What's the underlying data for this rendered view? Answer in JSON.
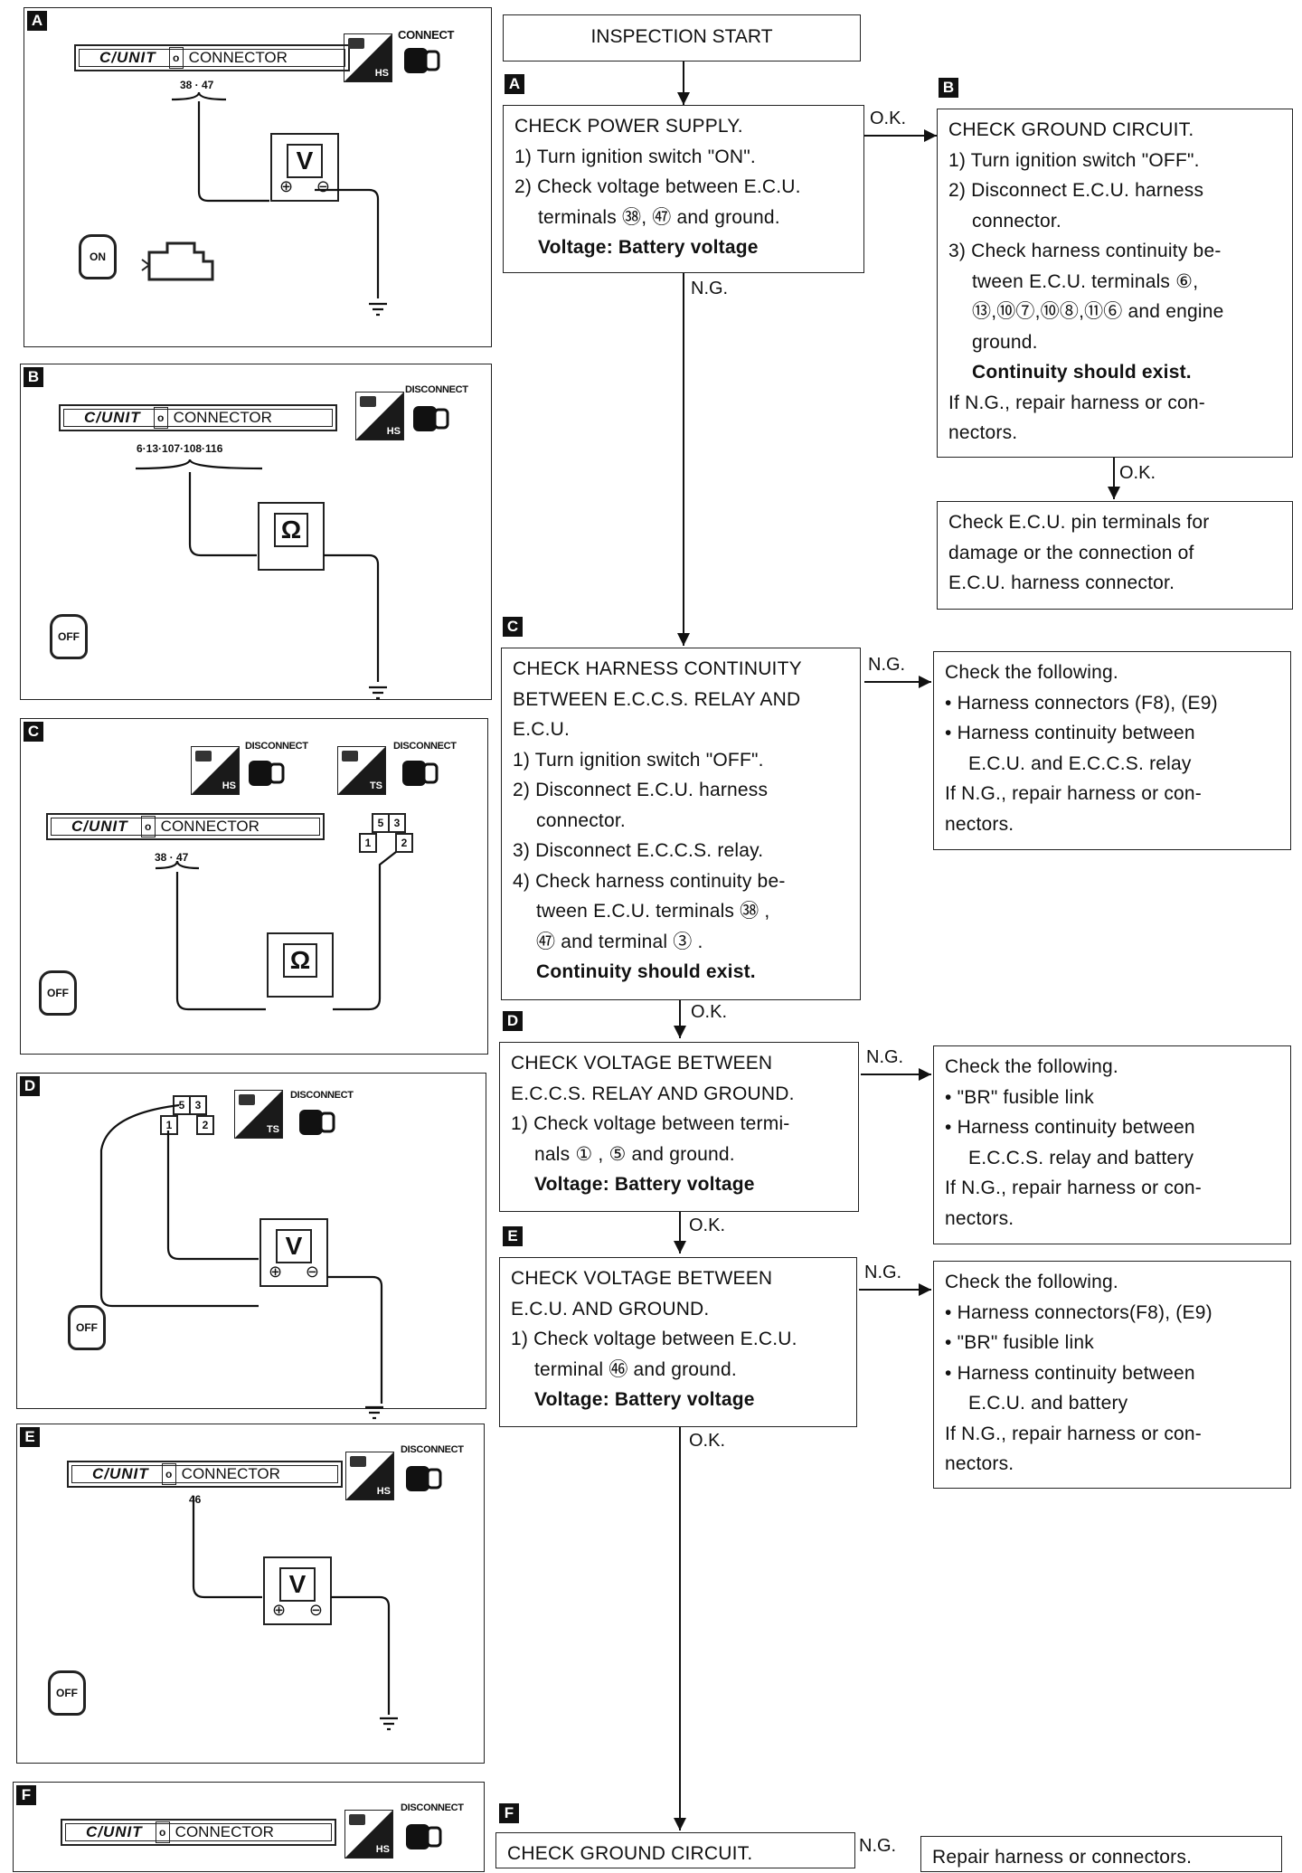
{
  "flow": {
    "start": "INSPECTION START",
    "A": {
      "step": "A",
      "lines": [
        "CHECK POWER SUPPLY.",
        "1) Turn ignition switch \"ON\".",
        "2) Check voltage between E.C.U.",
        "terminals ㊳, ㊼ and ground.",
        "Voltage: Battery voltage"
      ]
    },
    "B": {
      "step": "B",
      "lines": [
        "CHECK GROUND CIRCUIT.",
        "1) Turn ignition switch \"OFF\".",
        "2) Disconnect E.C.U. harness",
        "connector.",
        "3) Check harness continuity be-",
        "tween E.C.U. terminals ⑥,",
        "⑬,⑩⑦,⑩⑧,⑪⑥ and engine",
        "ground.",
        "Continuity should exist.",
        "If N.G., repair harness or con-",
        "nectors."
      ]
    },
    "B_ok": [
      "Check E.C.U. pin terminals for",
      "damage or the connection of",
      "E.C.U. harness connector."
    ],
    "C": {
      "step": "C",
      "lines": [
        "CHECK HARNESS CONTINUITY",
        "BETWEEN E.C.C.S. RELAY AND",
        "E.C.U.",
        "1) Turn ignition switch \"OFF\".",
        "2) Disconnect E.C.U. harness",
        "connector.",
        "3) Disconnect E.C.C.S. relay.",
        "4) Check harness continuity be-",
        "tween E.C.U. terminals ㊳ ,",
        "㊼ and terminal ③ .",
        "Continuity should exist."
      ]
    },
    "C_ng": [
      "Check the following.",
      "• Harness connectors (F8), (E9)",
      "• Harness continuity between",
      "E.C.U. and E.C.C.S. relay",
      "If N.G., repair harness or con-",
      "nectors."
    ],
    "D": {
      "step": "D",
      "lines": [
        "CHECK VOLTAGE BETWEEN",
        "E.C.C.S. RELAY AND GROUND.",
        "1) Check voltage between termi-",
        "nals ① , ⑤ and ground.",
        "Voltage: Battery voltage"
      ]
    },
    "D_ng": [
      "Check the following.",
      "• \"BR\" fusible link",
      "• Harness continuity between",
      "E.C.C.S. relay and battery",
      "If N.G., repair harness or con-",
      "nectors."
    ],
    "E": {
      "step": "E",
      "lines": [
        "CHECK VOLTAGE BETWEEN",
        "E.C.U. AND GROUND.",
        "1) Check voltage between E.C.U.",
        "terminal ㊻ and ground.",
        "Voltage: Battery voltage"
      ]
    },
    "E_ng": [
      "Check the following.",
      "• Harness connectors(F8), (E9)",
      "• \"BR\" fusible link",
      "• Harness continuity between",
      "E.C.U. and battery",
      "If N.G., repair harness or con-",
      "nectors."
    ],
    "F": {
      "step": "F",
      "lines": [
        "CHECK GROUND CIRCUIT."
      ]
    },
    "F_ng": [
      "Repair harness or connectors."
    ],
    "labels": {
      "ok": "O.K.",
      "ng": "N.G."
    }
  },
  "panels": [
    {
      "step": "A",
      "action": "CONNECT",
      "pins": "38 · 47",
      "meter": "V",
      "key": "ON",
      "sw": "HS"
    },
    {
      "step": "B",
      "action": "DISCONNECT",
      "pins": "6·13·107·108·116",
      "meter": "Ω",
      "key": "OFF",
      "sw": "HS"
    },
    {
      "step": "C",
      "action": "DISCONNECT",
      "action2": "DISCONNECT",
      "pins": "38 · 47",
      "meter": "Ω",
      "key": "OFF",
      "sw": "HS",
      "sw2": "TS",
      "relay": [
        "5",
        "3",
        "1",
        "2"
      ]
    },
    {
      "step": "D",
      "action": "DISCONNECT",
      "meter": "V",
      "key": "OFF",
      "sw": "TS",
      "relay": [
        "5",
        "3",
        "1",
        "2"
      ]
    },
    {
      "step": "E",
      "action": "DISCONNECT",
      "pins": "46",
      "meter": "V",
      "key": "OFF",
      "sw": "HS"
    },
    {
      "step": "F",
      "action": "DISCONNECT",
      "sw": "HS"
    }
  ],
  "connector": {
    "unit": "C/UNIT",
    "name": "CONNECTOR",
    "pin": "o"
  },
  "meter_signs": {
    "plus": "⊕",
    "minus": "⊖"
  }
}
